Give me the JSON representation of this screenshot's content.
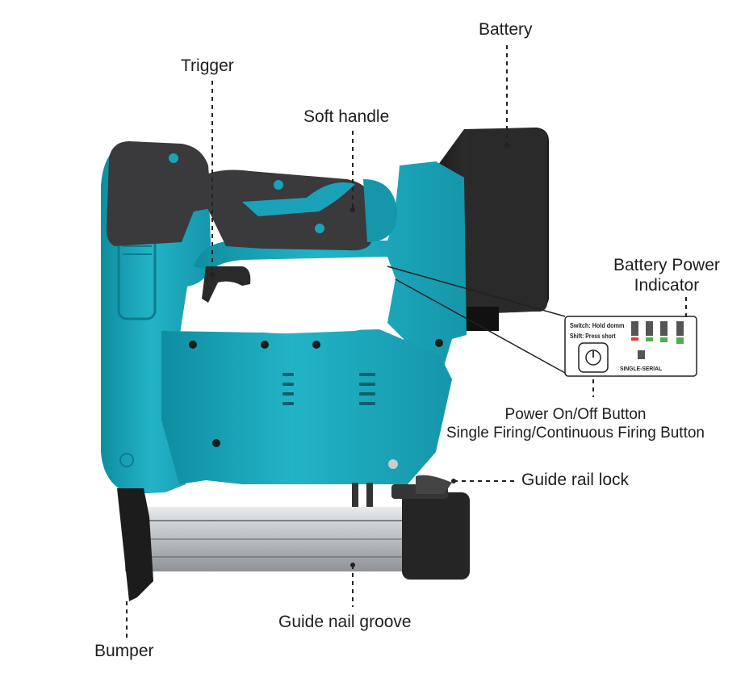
{
  "labels": {
    "trigger": "Trigger",
    "soft_handle": "Soft handle",
    "battery": "Battery",
    "battery_power_indicator_line1": "Battery Power",
    "battery_power_indicator_line2": "Indicator",
    "power_button_line1": "Power On/Off Button",
    "power_button_line2": "Single Firing/Continuous Firing Button",
    "guide_rail_lock": "Guide rail lock",
    "guide_nail_groove": "Guide nail groove",
    "bumper": "Bumper"
  },
  "panel": {
    "switch_text": "Switch: Hold domm",
    "shift_text": "Shift: Press short",
    "mode_text": "SINGLE-SERIAL",
    "battery_levels": 4
  },
  "colors": {
    "body_teal": "#1aa3b8",
    "body_teal_dark": "#127f91",
    "rubber_dark": "#3a3a3c",
    "rail_silver": "#c9ccd0",
    "indicator_green": "#4caf50",
    "indicator_red": "#e53935"
  }
}
